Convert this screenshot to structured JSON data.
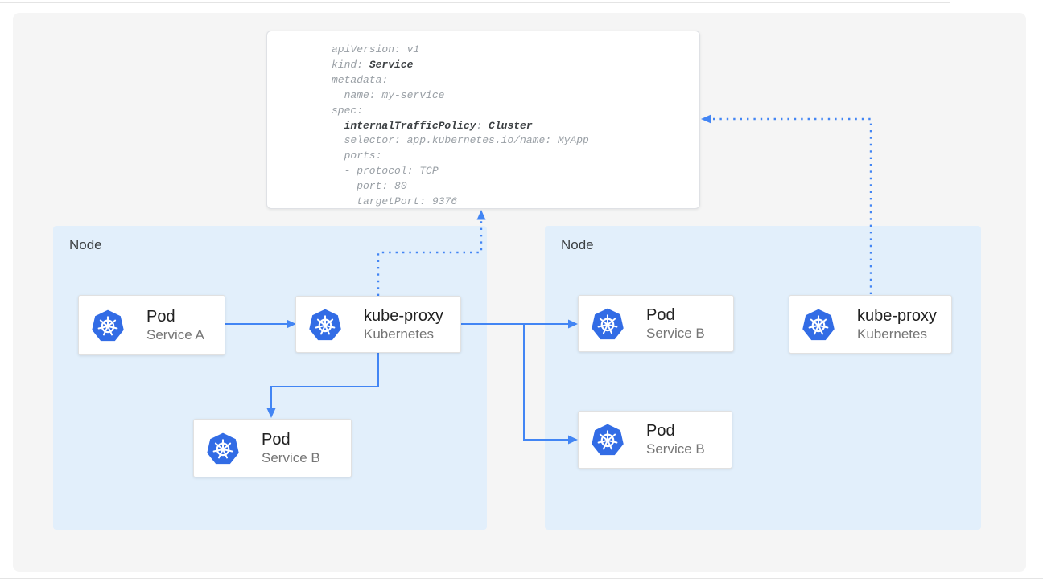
{
  "colors": {
    "arrow_blue": "#4285f4",
    "kubernetes_blue": "#326ce5",
    "node_bg": "#e2effb",
    "panel_bg": "#f5f5f5",
    "card_title_text": "#212121",
    "card_subtitle_text": "#757575",
    "yaml_regular_text": "#9aa0a6",
    "yaml_bold_text": "#3c4043"
  },
  "nodes": [
    {
      "label": "Node"
    },
    {
      "label": "Node"
    }
  ],
  "yaml_card": {
    "lines": [
      {
        "a": "apiVersion: v1"
      },
      {
        "a": "kind: ",
        "b": "Service"
      },
      {
        "a": "metadata:"
      },
      {
        "a": "  name: my-service"
      },
      {
        "a": "spec:"
      },
      {
        "a": "  ",
        "b": "internalTrafficPolicy",
        "c": ": ",
        "d": "Cluster"
      },
      {
        "a": "  selector: app.kubernetes.io/name: MyApp"
      },
      {
        "a": "  ports:"
      },
      {
        "a": "  - protocol: TCP"
      },
      {
        "a": "    port: 80"
      },
      {
        "a": "    targetPort: 9376"
      }
    ]
  },
  "cards": [
    {
      "title": "Pod",
      "subtitle": "Service A",
      "icon": "kubernetes-icon"
    },
    {
      "title": "kube-proxy",
      "subtitle": "Kubernetes",
      "icon": "kubernetes-icon"
    },
    {
      "title": "Pod",
      "subtitle": "Service B",
      "icon": "kubernetes-icon"
    },
    {
      "title": "Pod",
      "subtitle": "Service B",
      "icon": "kubernetes-icon"
    },
    {
      "title": "Pod",
      "subtitle": "Service B",
      "icon": "kubernetes-icon"
    },
    {
      "title": "kube-proxy",
      "subtitle": "Kubernetes",
      "icon": "kubernetes-icon"
    }
  ]
}
